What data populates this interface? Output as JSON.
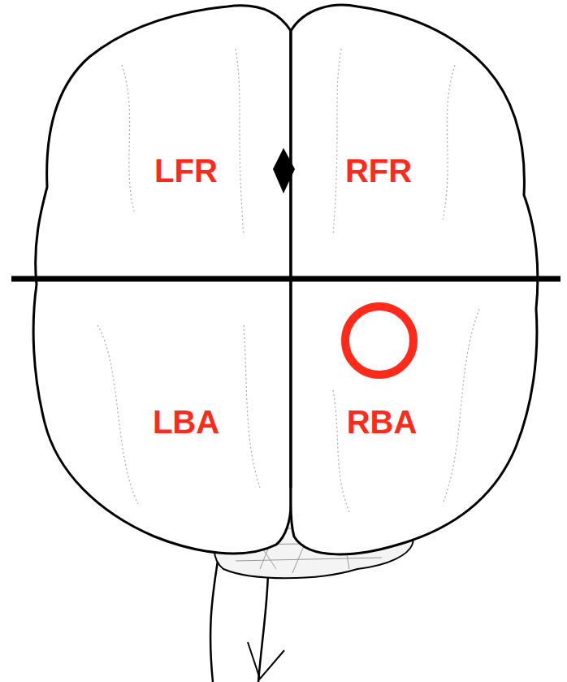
{
  "diagram": {
    "labels": [
      "LFR",
      "RFR",
      "LBA",
      "RBA"
    ]
  }
}
